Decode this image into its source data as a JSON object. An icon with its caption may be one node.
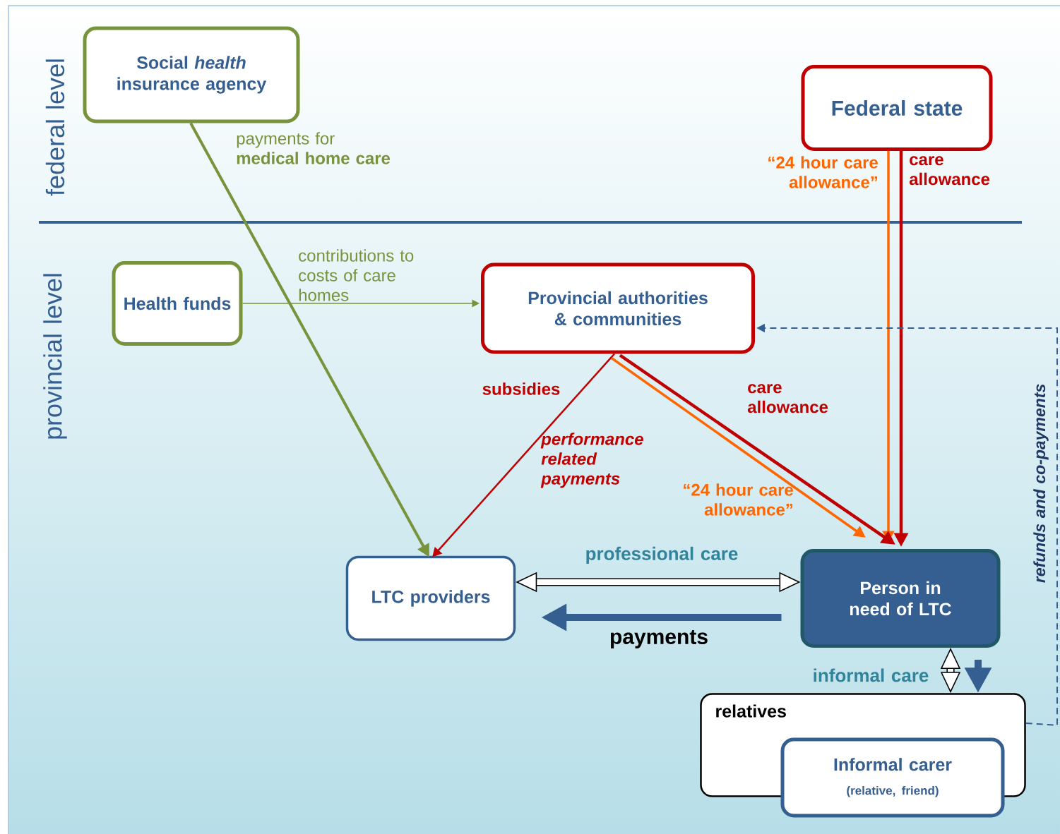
{
  "diagram": {
    "nodes": [
      {
        "text": [
          "Social *health* insurance agency"
        ]
      },
      {
        "text": [
          "Federal state"
        ]
      },
      {
        "text": [
          "Health funds"
        ]
      },
      {
        "text": [
          "Provincial authorities & communities"
        ]
      },
      {
        "text": [
          "LTC providers"
        ]
      },
      {
        "text": [
          "Person in need of LTC"
        ]
      },
      {
        "text": [
          "relatives"
        ]
      },
      {
        "text": [
          "Informal carer",
          "(relative, friend)"
        ]
      }
    ],
    "edges": [
      {
        "from": 0,
        "to": 4,
        "arrow": "to",
        "label": "payments for **medical home care**",
        "color": "#77933c"
      },
      {
        "from": 2,
        "to": 3,
        "arrow": "to",
        "label": "contributions to costs of care homes",
        "color": "#77933c"
      },
      {
        "from": 1,
        "to": 5,
        "arrow": "to",
        "label": "“24 hour care allowance”",
        "color": "#ff6600"
      },
      {
        "from": 1,
        "to": 5,
        "arrow": "to",
        "label": "care allowance",
        "color": "#c00000"
      },
      {
        "from": 3,
        "to": 4,
        "arrow": "to",
        "label": "subsidies",
        "color": "#c00000"
      },
      {
        "from": 3,
        "to": 5,
        "arrow": "to",
        "label": "“24 hour care allowance”",
        "color": "#ff6600"
      },
      {
        "from": 3,
        "to": 5,
        "arrow": "to",
        "label": "care allowance",
        "color": "#c00000"
      },
      {
        "from": 4,
        "to": 5,
        "arrow": "both",
        "label": "professional care",
        "style": "thick",
        "color": "#000000"
      },
      {
        "from": 5,
        "to": 4,
        "arrow": "to",
        "label": "payments",
        "style": "thick",
        "color": "#365f91"
      },
      {
        "from": 5,
        "to": 6,
        "arrow": "both",
        "label": "informal care",
        "style": "thick",
        "color": "#000000"
      },
      {
        "from": 5,
        "to": 6,
        "arrow": "to",
        "style": "thick",
        "color": "#365f91"
      },
      {
        "from": 6,
        "to": 3,
        "arrow": "to",
        "label": "refunds and co-payments",
        "style": "dashed",
        "color": "#365f91"
      }
    ],
    "labels": [
      "federal level",
      "provincial level",
      "performance related payments"
    ]
  }
}
